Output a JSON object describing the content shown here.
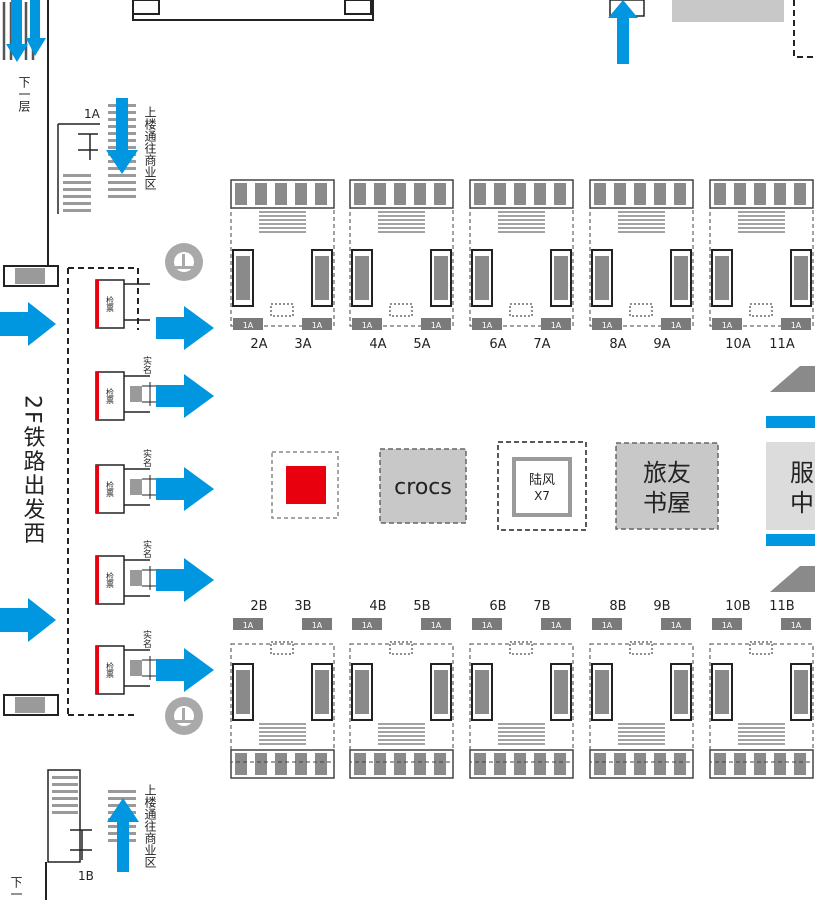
{
  "colors": {
    "arrow_blue": "#0096e0",
    "dark_gray": "#8a8a8a",
    "mid_gray": "#bdbdbd",
    "light_gray": "#d0d0d0",
    "marker_red": "#e8000f",
    "gate_red": "#e8000f"
  },
  "icons": {
    "elevator": "lift-circle-icon",
    "direction": "arrow-icon"
  },
  "labels": {
    "down_floor_top": "下一层",
    "down_floor_bottom": "下一",
    "stair_up_top": "上楼通往商业区",
    "stair_up_bottom": "上楼通往商业区",
    "stair_top_code": "1A",
    "stair_bottom_code": "1B",
    "hall_name": "2F铁路出发西",
    "gate_word": "检票",
    "barrier_word": "实名",
    "gate_plate": "1A",
    "crocs": "crocs",
    "luren": "陆风",
    "luren_sub": "X7",
    "bookstore_line1": "旅友",
    "bookstore_line2": "书屋",
    "service_line1": "服",
    "service_line2": "中"
  },
  "gates_top": [
    [
      "2A",
      "3A"
    ],
    [
      "4A",
      "5A"
    ],
    [
      "6A",
      "7A"
    ],
    [
      "8A",
      "9A"
    ],
    [
      "10A",
      "11A"
    ]
  ],
  "gates_bottom": [
    [
      "2B",
      "3B"
    ],
    [
      "4B",
      "5B"
    ],
    [
      "6B",
      "7B"
    ],
    [
      "8B",
      "9B"
    ],
    [
      "10B",
      "11B"
    ]
  ]
}
